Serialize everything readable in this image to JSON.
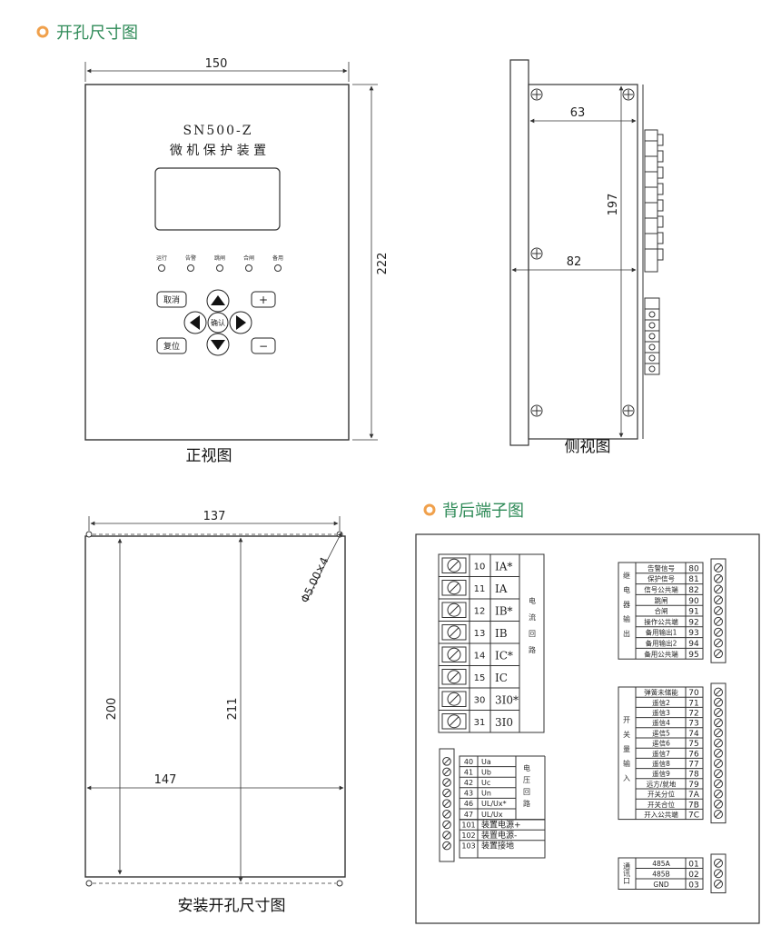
{
  "colors": {
    "accent_dot": "#f0a04b",
    "heading": "#2e8a57"
  },
  "section_cutout": {
    "title": "开孔尺寸图"
  },
  "section_terminals": {
    "title": "背后端子图"
  },
  "front": {
    "model": "SN500-Z",
    "name": "微 机 保 护 装 置",
    "leds": [
      "运行",
      "告警",
      "跳闸",
      "合闸",
      "备用"
    ],
    "keys": {
      "cancel": "取消",
      "reset": "复位",
      "enter": "确认",
      "plus": "+",
      "minus": "−"
    },
    "dim_width": "150",
    "dim_height": "222",
    "caption": "正视图"
  },
  "side": {
    "dim_depth1": "63",
    "dim_depth2": "82",
    "dim_height": "197",
    "caption": "侧视图"
  },
  "cutout": {
    "dim_top": "137",
    "dim_width": "147",
    "dim_left": "200",
    "dim_height": "211",
    "hole": "Φ5.00×4",
    "caption": "安装开孔尺寸图"
  },
  "terminals": {
    "current": {
      "label": "电流回路",
      "rows": [
        {
          "n": "10",
          "s": "IA*"
        },
        {
          "n": "11",
          "s": "IA"
        },
        {
          "n": "12",
          "s": "IB*"
        },
        {
          "n": "13",
          "s": "IB"
        },
        {
          "n": "14",
          "s": "IC*"
        },
        {
          "n": "15",
          "s": "IC"
        },
        {
          "n": "30",
          "s": "3I0*"
        },
        {
          "n": "31",
          "s": "3I0"
        }
      ]
    },
    "voltage": {
      "label": "电压回路",
      "rows": [
        {
          "n": "40",
          "s": "Ua"
        },
        {
          "n": "41",
          "s": "Ub"
        },
        {
          "n": "42",
          "s": "Uc"
        },
        {
          "n": "43",
          "s": "Un"
        },
        {
          "n": "46",
          "s": "UL/Ux*"
        },
        {
          "n": "47",
          "s": "UL/Ux"
        }
      ]
    },
    "power": {
      "rows": [
        {
          "n": "101",
          "s": "装置电源+"
        },
        {
          "n": "102",
          "s": "装置电源-"
        },
        {
          "n": "103",
          "s": "装置接地"
        }
      ]
    },
    "relay": {
      "label": "继电器输出",
      "rows": [
        {
          "s": "告警信号",
          "n": "80"
        },
        {
          "s": "保护信号",
          "n": "81"
        },
        {
          "s": "信号公共端",
          "n": "82"
        },
        {
          "s": "跳闸",
          "n": "90"
        },
        {
          "s": "合闸",
          "n": "91"
        },
        {
          "s": "操作公共端",
          "n": "92"
        },
        {
          "s": "备用输出1",
          "n": "93"
        },
        {
          "s": "备用输出2",
          "n": "94"
        },
        {
          "s": "备用公共端",
          "n": "95"
        }
      ]
    },
    "di": {
      "label": "开关量输入",
      "rows": [
        {
          "s": "弹簧未储能",
          "n": "70"
        },
        {
          "s": "遥信2",
          "n": "71"
        },
        {
          "s": "遥信3",
          "n": "72"
        },
        {
          "s": "遥信4",
          "n": "73"
        },
        {
          "s": "遥信5",
          "n": "74"
        },
        {
          "s": "遥信6",
          "n": "75"
        },
        {
          "s": "遥信7",
          "n": "76"
        },
        {
          "s": "遥信8",
          "n": "77"
        },
        {
          "s": "遥信9",
          "n": "78"
        },
        {
          "s": "远方/就地",
          "n": "79"
        },
        {
          "s": "开关分位",
          "n": "7A"
        },
        {
          "s": "开关合位",
          "n": "7B"
        },
        {
          "s": "开入公共端",
          "n": "7C"
        }
      ]
    },
    "comm": {
      "label": "通讯口",
      "rows": [
        {
          "s": "485A",
          "n": "01"
        },
        {
          "s": "485B",
          "n": "02"
        },
        {
          "s": "GND",
          "n": "03"
        }
      ]
    }
  }
}
